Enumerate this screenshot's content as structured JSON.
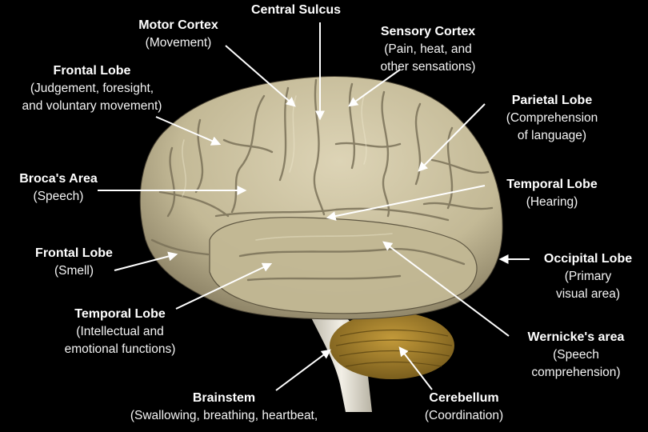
{
  "labels": {
    "motor_cortex": {
      "title": "Motor Cortex",
      "desc": "(Movement)"
    },
    "central_sulcus": {
      "title": "Central Sulcus"
    },
    "sensory_cortex": {
      "title": "Sensory Cortex",
      "desc1": "(Pain, heat, and",
      "desc2": "other sensations)"
    },
    "frontal_lobe_top": {
      "title": "Frontal Lobe",
      "desc1": "(Judgement, foresight,",
      "desc2": "and voluntary movement)"
    },
    "parietal_lobe": {
      "title": "Parietal Lobe",
      "desc1": "(Comprehension",
      "desc2": "of language)"
    },
    "brocas_area": {
      "title": "Broca's Area",
      "desc": "(Speech)"
    },
    "temporal_lobe_right": {
      "title": "Temporal Lobe",
      "desc": "(Hearing)"
    },
    "frontal_lobe_smell": {
      "title": "Frontal Lobe",
      "desc": "(Smell)"
    },
    "occipital_lobe": {
      "title": "Occipital Lobe",
      "desc1": "(Primary",
      "desc2": "visual area)"
    },
    "temporal_lobe_left": {
      "title": "Temporal Lobe",
      "desc1": "(Intellectual and",
      "desc2": "emotional functions)"
    },
    "wernickes_area": {
      "title": "Wernicke's area",
      "desc1": "(Speech",
      "desc2": "comprehension)"
    },
    "brainstem": {
      "title": "Brainstem",
      "desc": "(Swallowing, breathing, heartbeat,"
    },
    "cerebellum": {
      "title": "Cerebellum",
      "desc": "(Coordination)"
    }
  },
  "colors": {
    "background": "#000000",
    "cortex": "#c9bf9f",
    "cortex_shadow": "#8a7f62",
    "cerebellum": "#a8842e",
    "brainstem": "#e6e2d6",
    "arrow": "#ffffff"
  }
}
